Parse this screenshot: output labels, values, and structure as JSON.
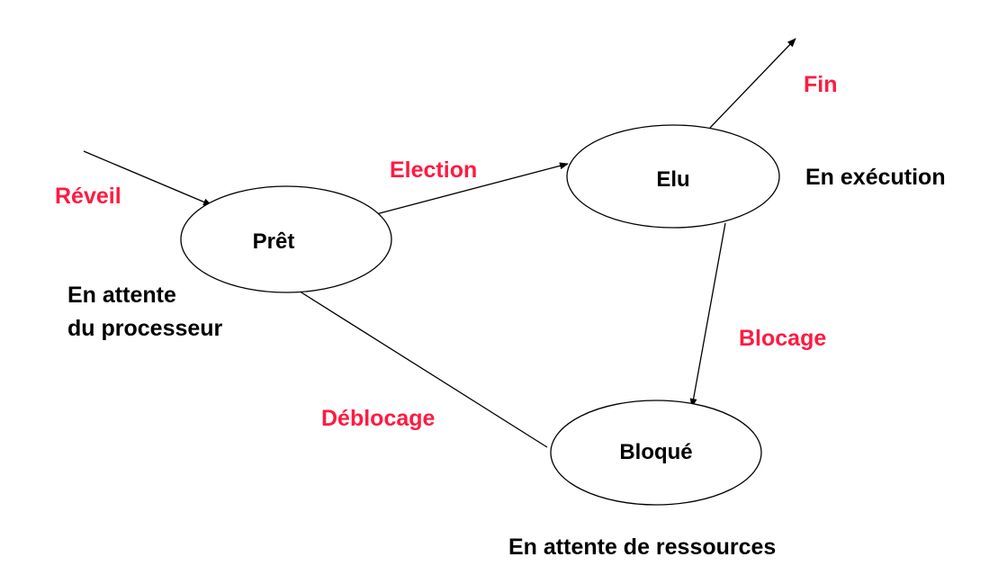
{
  "colors": {
    "line": "#000000",
    "state_text": "#000000",
    "transition_text": "#ff1a40",
    "description_text": "#000000"
  },
  "states": {
    "pret": "Prêt",
    "elu": "Elu",
    "bloque": "Bloqué"
  },
  "transitions": {
    "reveil": "Réveil",
    "election": "Election",
    "fin": "Fin",
    "blocage": "Blocage",
    "deblocage": "Déblocage"
  },
  "descriptions": {
    "pret_line1": "En attente",
    "pret_line2": "du processeur",
    "elu": "En exécution",
    "bloque": "En attente de ressources"
  }
}
